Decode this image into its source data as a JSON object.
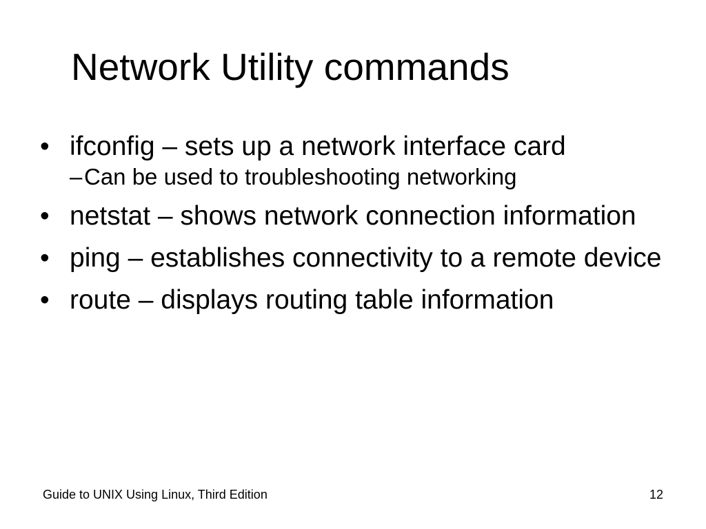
{
  "slide": {
    "title": "Network Utility commands",
    "bullets": [
      {
        "text": "ifconfig – sets up a network interface card",
        "subs": [
          "Can be used to troubleshooting networking"
        ]
      },
      {
        "text": "netstat – shows network connection information",
        "subs": []
      },
      {
        "text": "ping – establishes connectivity to a remote device",
        "subs": []
      },
      {
        "text": "route – displays routing table information",
        "subs": []
      }
    ],
    "bullet_marker": "•",
    "sub_marker": "–",
    "footer": {
      "left": "Guide to UNIX Using Linux, Third Edition",
      "page_number": "12"
    }
  },
  "colors": {
    "background": "#ffffff",
    "text": "#000000"
  }
}
